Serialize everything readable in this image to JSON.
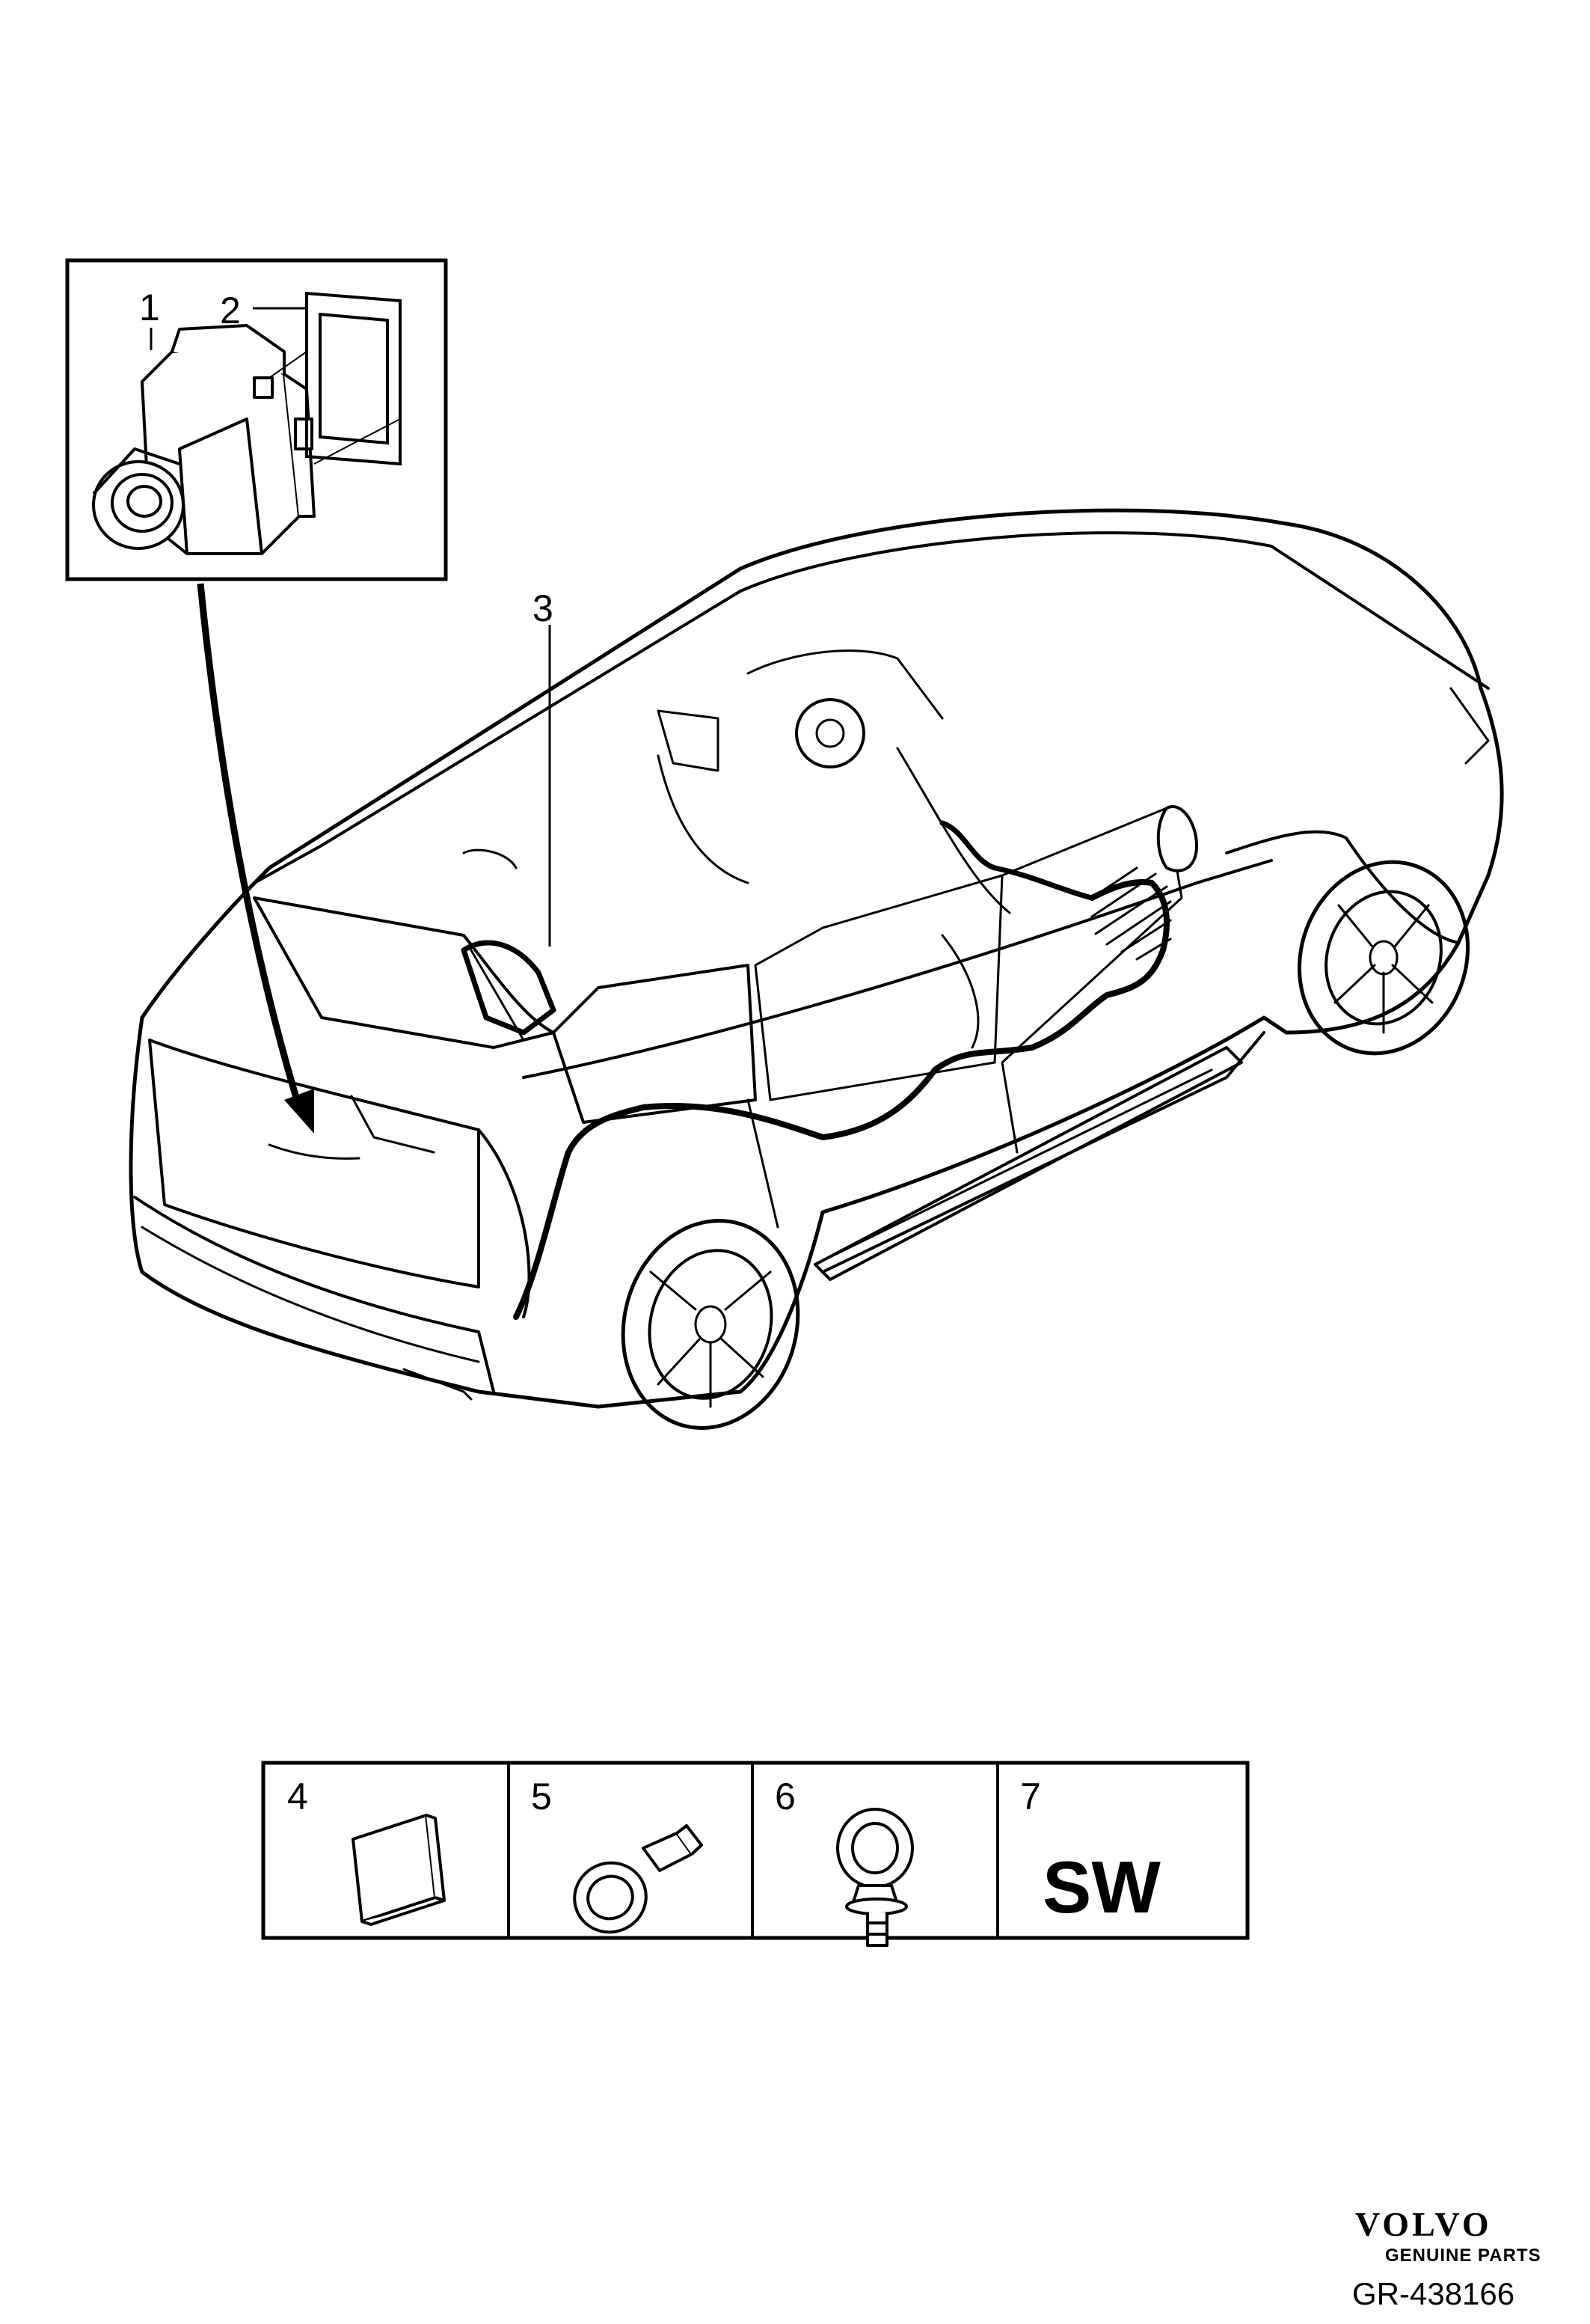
{
  "callouts": {
    "c1": "1",
    "c2": "2",
    "c3": "3",
    "c4": "4",
    "c5": "5",
    "c6": "6",
    "c7": "7"
  },
  "parts_table": {
    "software_label": "SW"
  },
  "brand": {
    "name": "VOLVO",
    "tagline": "GENUINE PARTS"
  },
  "figure_ref": "GR-438166",
  "colors": {
    "line": "#000000",
    "background": "#ffffff"
  }
}
